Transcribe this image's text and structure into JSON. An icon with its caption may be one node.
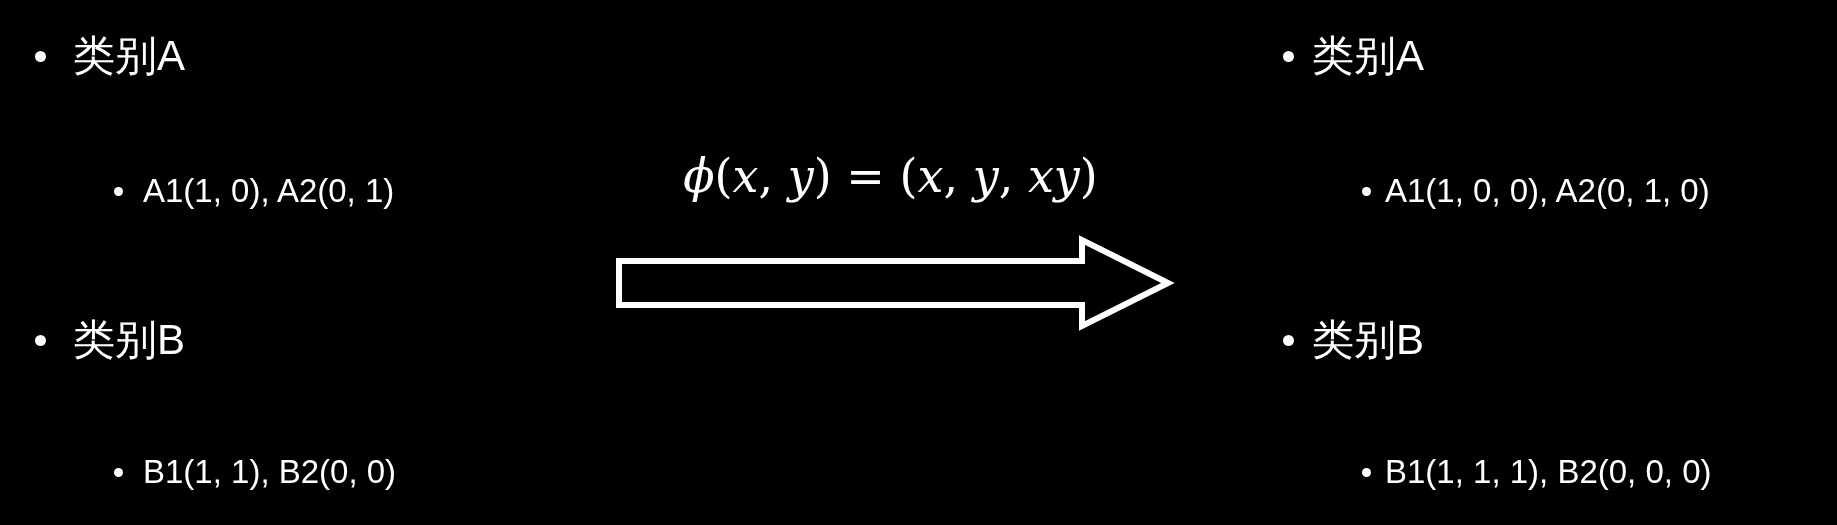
{
  "diagram": {
    "nodes": [
      {
        "text": [
          "类别A",
          "A1(1, 0), A2(0, 1)",
          "类别B",
          "B1(1, 1), B2(0, 0)"
        ]
      },
      {
        "text": [
          "类别A",
          "A1(1, 0, 0), A2(0, 1, 0)",
          "类别B",
          "B1(1, 1, 1), B2(0, 0, 0)"
        ]
      }
    ],
    "edges": [
      {
        "from": 0,
        "to": 1,
        "arrow": "to",
        "label": "*ϕ*(*x*, *y*) = (*x*, *y*, *xy*)"
      }
    ]
  }
}
